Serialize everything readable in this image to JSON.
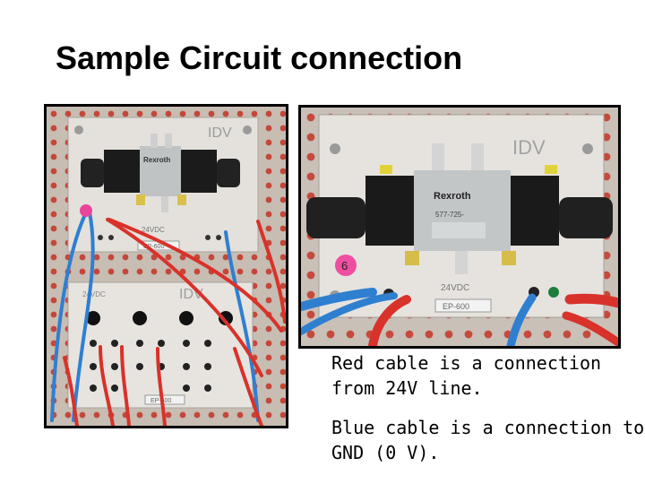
{
  "slide": {
    "title": "Sample Circuit connection"
  },
  "photos": {
    "left": {
      "panel_top_brand": "IDV",
      "panel_bottom_brand": "IDV",
      "valve_brand": "Rexroth",
      "voltage_top": "24VDC",
      "voltage_bottom": "24VDC",
      "model_top": "EP-600",
      "model_bottom": "EP-500"
    },
    "right": {
      "panel_brand": "IDV",
      "valve_brand": "Rexroth",
      "part_number": "577-725-",
      "marker": "6",
      "voltage": "24VDC",
      "model": "EP-600"
    }
  },
  "captions": [
    {
      "lines": [
        "Red cable is a connection",
        "from 24V line."
      ]
    },
    {
      "lines": [
        "Blue cable is a connection to",
        "GND (0 V)."
      ]
    }
  ],
  "colors": {
    "red_cable": "#d8322a",
    "blue_cable": "#2f7fd0",
    "board": "#c9c0b8",
    "panel": "#e6e3df",
    "valve_body": "#1c1c1c"
  }
}
